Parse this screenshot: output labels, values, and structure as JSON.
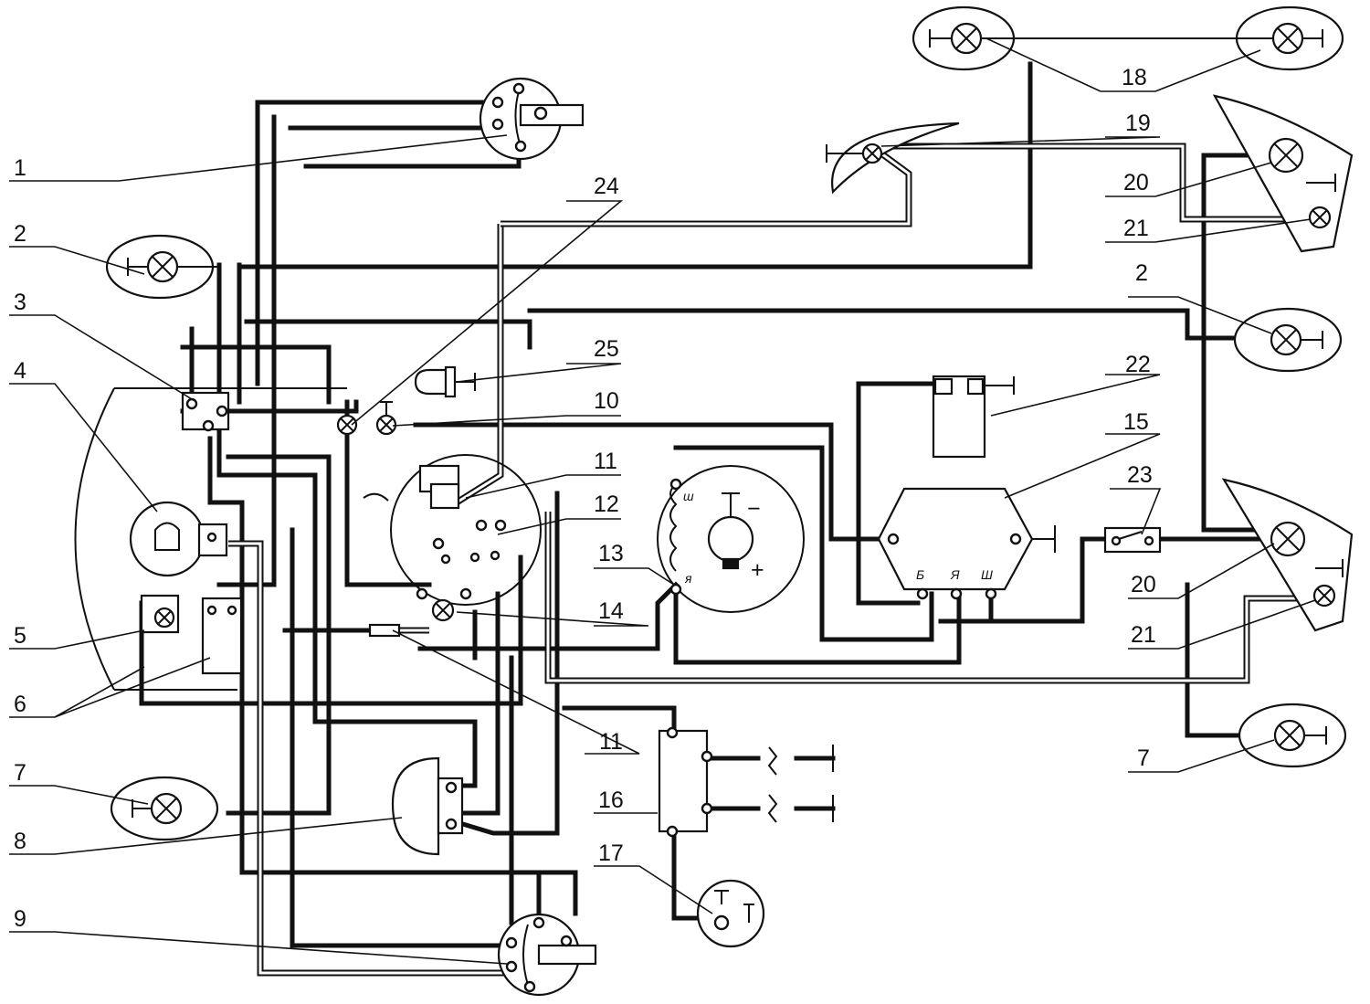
{
  "labels": {
    "l1": "1",
    "l2a": "2",
    "l2b": "2",
    "l3": "3",
    "l4": "4",
    "l5": "5",
    "l6": "6",
    "l7a": "7",
    "l7b": "7",
    "l8": "8",
    "l9": "9",
    "l10": "10",
    "l11a": "11",
    "l11b": "11",
    "l12": "12",
    "l13": "13",
    "l14": "14",
    "l15": "15",
    "l16": "16",
    "l17": "17",
    "l18": "18",
    "l19": "19",
    "l20a": "20",
    "l20b": "20",
    "l21a": "21",
    "l21b": "21",
    "l22": "22",
    "l23": "23",
    "l24": "24",
    "l25": "25"
  },
  "terminals": {
    "gen_sh": "ш",
    "gen_ya": "я",
    "gen_minus": "−",
    "gen_plus": "+",
    "reg_b": "Б",
    "reg_ya": "Я",
    "reg_sh": "Ш"
  }
}
